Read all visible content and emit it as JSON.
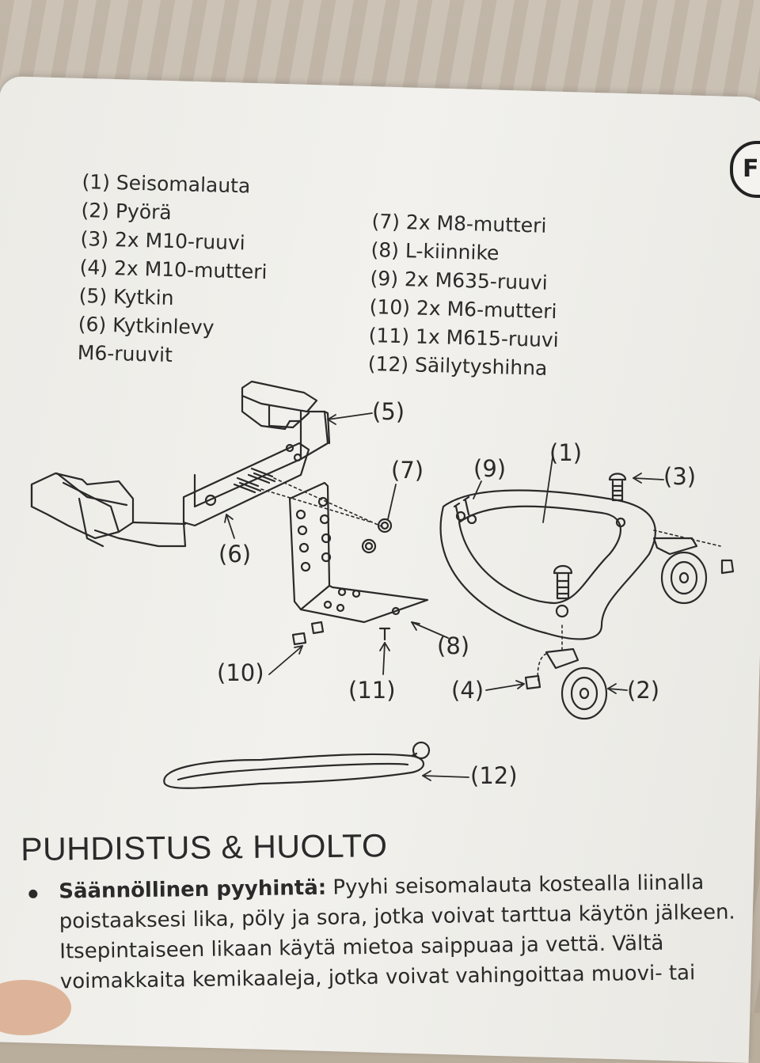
{
  "badge": "FI",
  "parts_left": [
    "(1) Seisomalauta",
    "(2) Pyörä",
    "(3) 2x M10-ruuvi",
    "(4) 2x M10-mutteri",
    "(5) Kytkin",
    "(6) Kytkinlevy",
    "M6-ruuvit"
  ],
  "parts_right": [
    "(7) 2x M8-mutteri",
    "(8) L-kiinnike",
    "(9) 2x M635-ruuvi",
    "(10) 2x M6-mutteri",
    "(11) 1x M615-ruuvi",
    "(12) Säilytyshihna"
  ],
  "callouts": {
    "c1": "(1)",
    "c2": "(2)",
    "c3": "(3)",
    "c4": "(4)",
    "c5": "(5)",
    "c6": "(6)",
    "c7": "(7)",
    "c8": "(8)",
    "c9": "(9)",
    "c10": "(10)",
    "c11": "(11)",
    "c12": "(12)"
  },
  "section_title": "PUHDISTUS & HUOLTO",
  "bullet": {
    "label": "Säännöllinen pyyhintä:",
    "text": " Pyyhi seisomalauta kostealla liinalla poistaaksesi lika, pöly ja sora, jotka voivat tarttua käytön jälkeen. Itsepintaiseen likaan käytä mietoa saippuaa ja vettä. Vältä voimakkaita kemikaaleja, jotka voivat vahingoittaa muovi- tai"
  },
  "colors": {
    "ink": "#2a2a2a",
    "paper": "#efeeea",
    "table": "#b9ad9c"
  }
}
